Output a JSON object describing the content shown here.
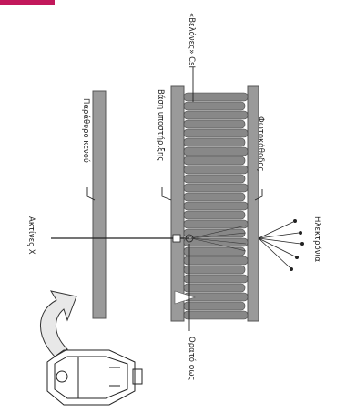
{
  "diagram": {
    "labels": {
      "csi_needles": "«Βελόνες» CsI",
      "support_base": "Βάση υποστήριξης",
      "photocathode": "Φωτοκάθοδος",
      "output_window": "Παράθυρο κενού",
      "x_ray": "Ακτίνες Χ",
      "electrons": "Ηλεκτρόνια",
      "visible_light": "Ορατό φως"
    },
    "colors": {
      "accent": "#c2185b",
      "plate": "#9a9a9a",
      "needles": "#888888",
      "line": "#222222",
      "arrow_fill": "#e8e8e8"
    }
  }
}
